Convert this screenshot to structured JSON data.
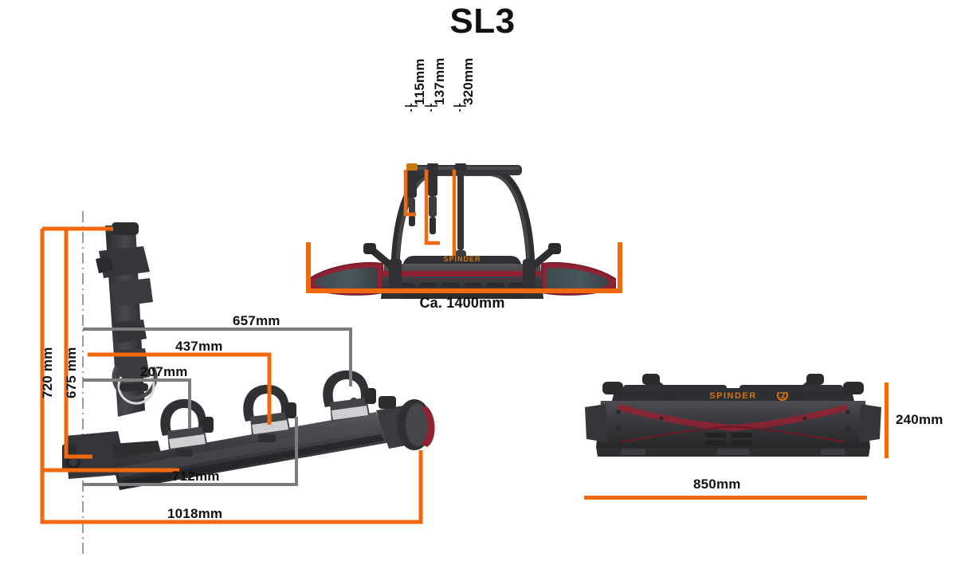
{
  "title": "SL3",
  "brand": "SPINDER",
  "colors": {
    "orange": "#f2690d",
    "gray": "#7d7d7d",
    "body_dark": "#3a3a3c",
    "body_mid": "#4e4e51",
    "accent_red": "#9e2030",
    "text": "#111111",
    "background": "#ffffff"
  },
  "views": {
    "rear": {
      "name": "rear-view",
      "dimensions": {
        "rail_spacing_1": "115mm",
        "rail_spacing_2": "137mm",
        "rail_spacing_3": "320mm",
        "overall_width": "Ca. 1400mm"
      }
    },
    "side": {
      "name": "side-view-folded",
      "dimensions": {
        "height_total": "720 mm",
        "height_inner": "675 mm",
        "wheel_span_outer": "657mm",
        "wheel_span_mid": "437mm",
        "wheel_span_inner": "207mm",
        "length_inner": "712mm",
        "length_total": "1018mm"
      }
    },
    "top": {
      "name": "top-view-folded",
      "dimensions": {
        "depth": "240mm",
        "width": "850mm"
      }
    }
  }
}
